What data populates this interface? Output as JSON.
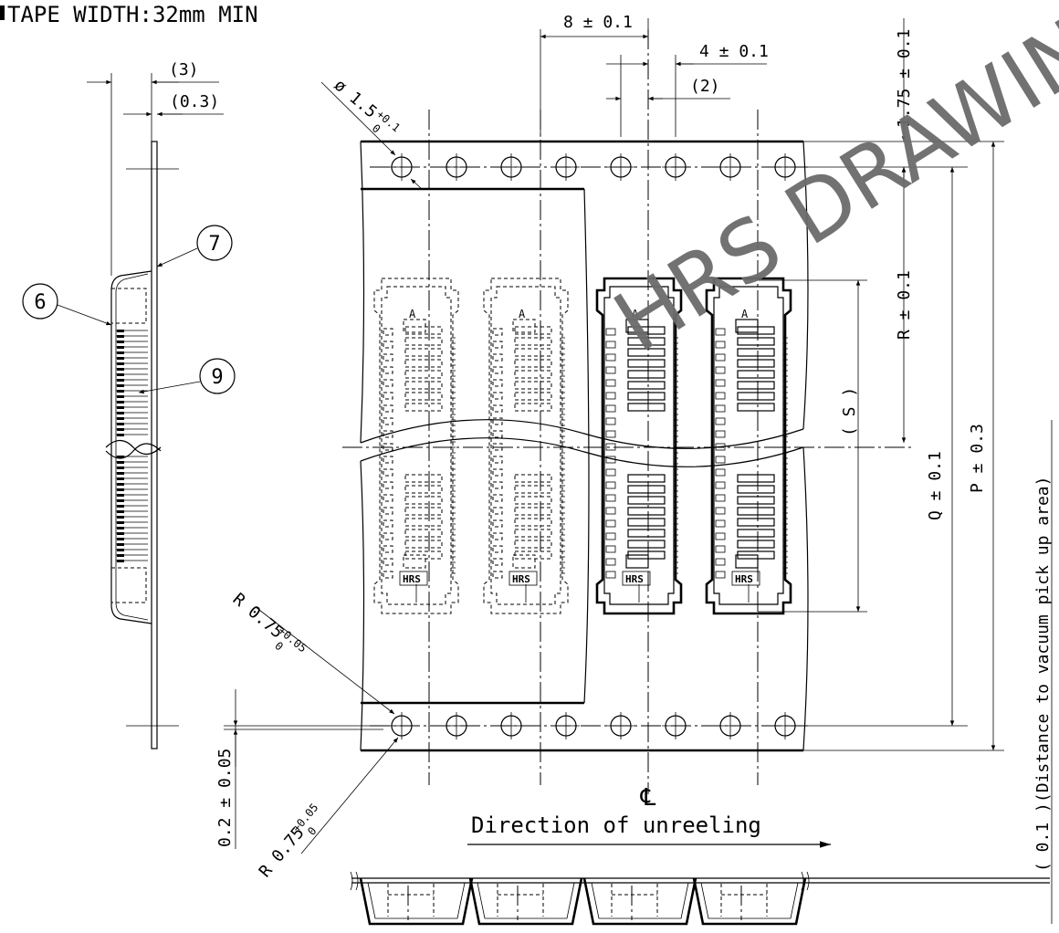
{
  "header": {
    "title": "TAPE WIDTH:32mm MIN"
  },
  "watermark": {
    "text": "HRS DRAWING",
    "color": "#6b6b6b"
  },
  "dimensions": {
    "pitch": "8 ± 0.1",
    "hole_offset": "4 ± 0.1",
    "hole_offset_ref": "(2)",
    "edge_to_hole": "1.75 ± 0.1",
    "hole_dia": "ø 1.5",
    "hole_dia_tol_upper": "+0.1",
    "hole_dia_tol_lower": "0",
    "r_dim": "R ± 0.1",
    "s_dim": "( S )",
    "q_dim": "Q ± 0.1",
    "p_dim": "P ± 0.3",
    "vacuum_note": "( 0.1 )(Distance to vacuum pick up area)",
    "r075_top": "R 0.75",
    "r075_top_tol_upper": "+0.05",
    "r075_top_tol_lower": "0",
    "r075_bottom": "R 0.75",
    "r075_bottom_tol_upper": "+0.05",
    "r075_bottom_tol_lower": "0",
    "thickness": "0.2 ± 0.05",
    "side_depth": "(3)",
    "side_thickness": "(0.3)"
  },
  "callouts": {
    "c6": "6",
    "c7": "7",
    "c9": "9"
  },
  "part_logo": "HRS",
  "part_marking": "A",
  "centerline": {
    "symbol": "℄"
  },
  "direction": {
    "label": "Direction of unreeling"
  }
}
